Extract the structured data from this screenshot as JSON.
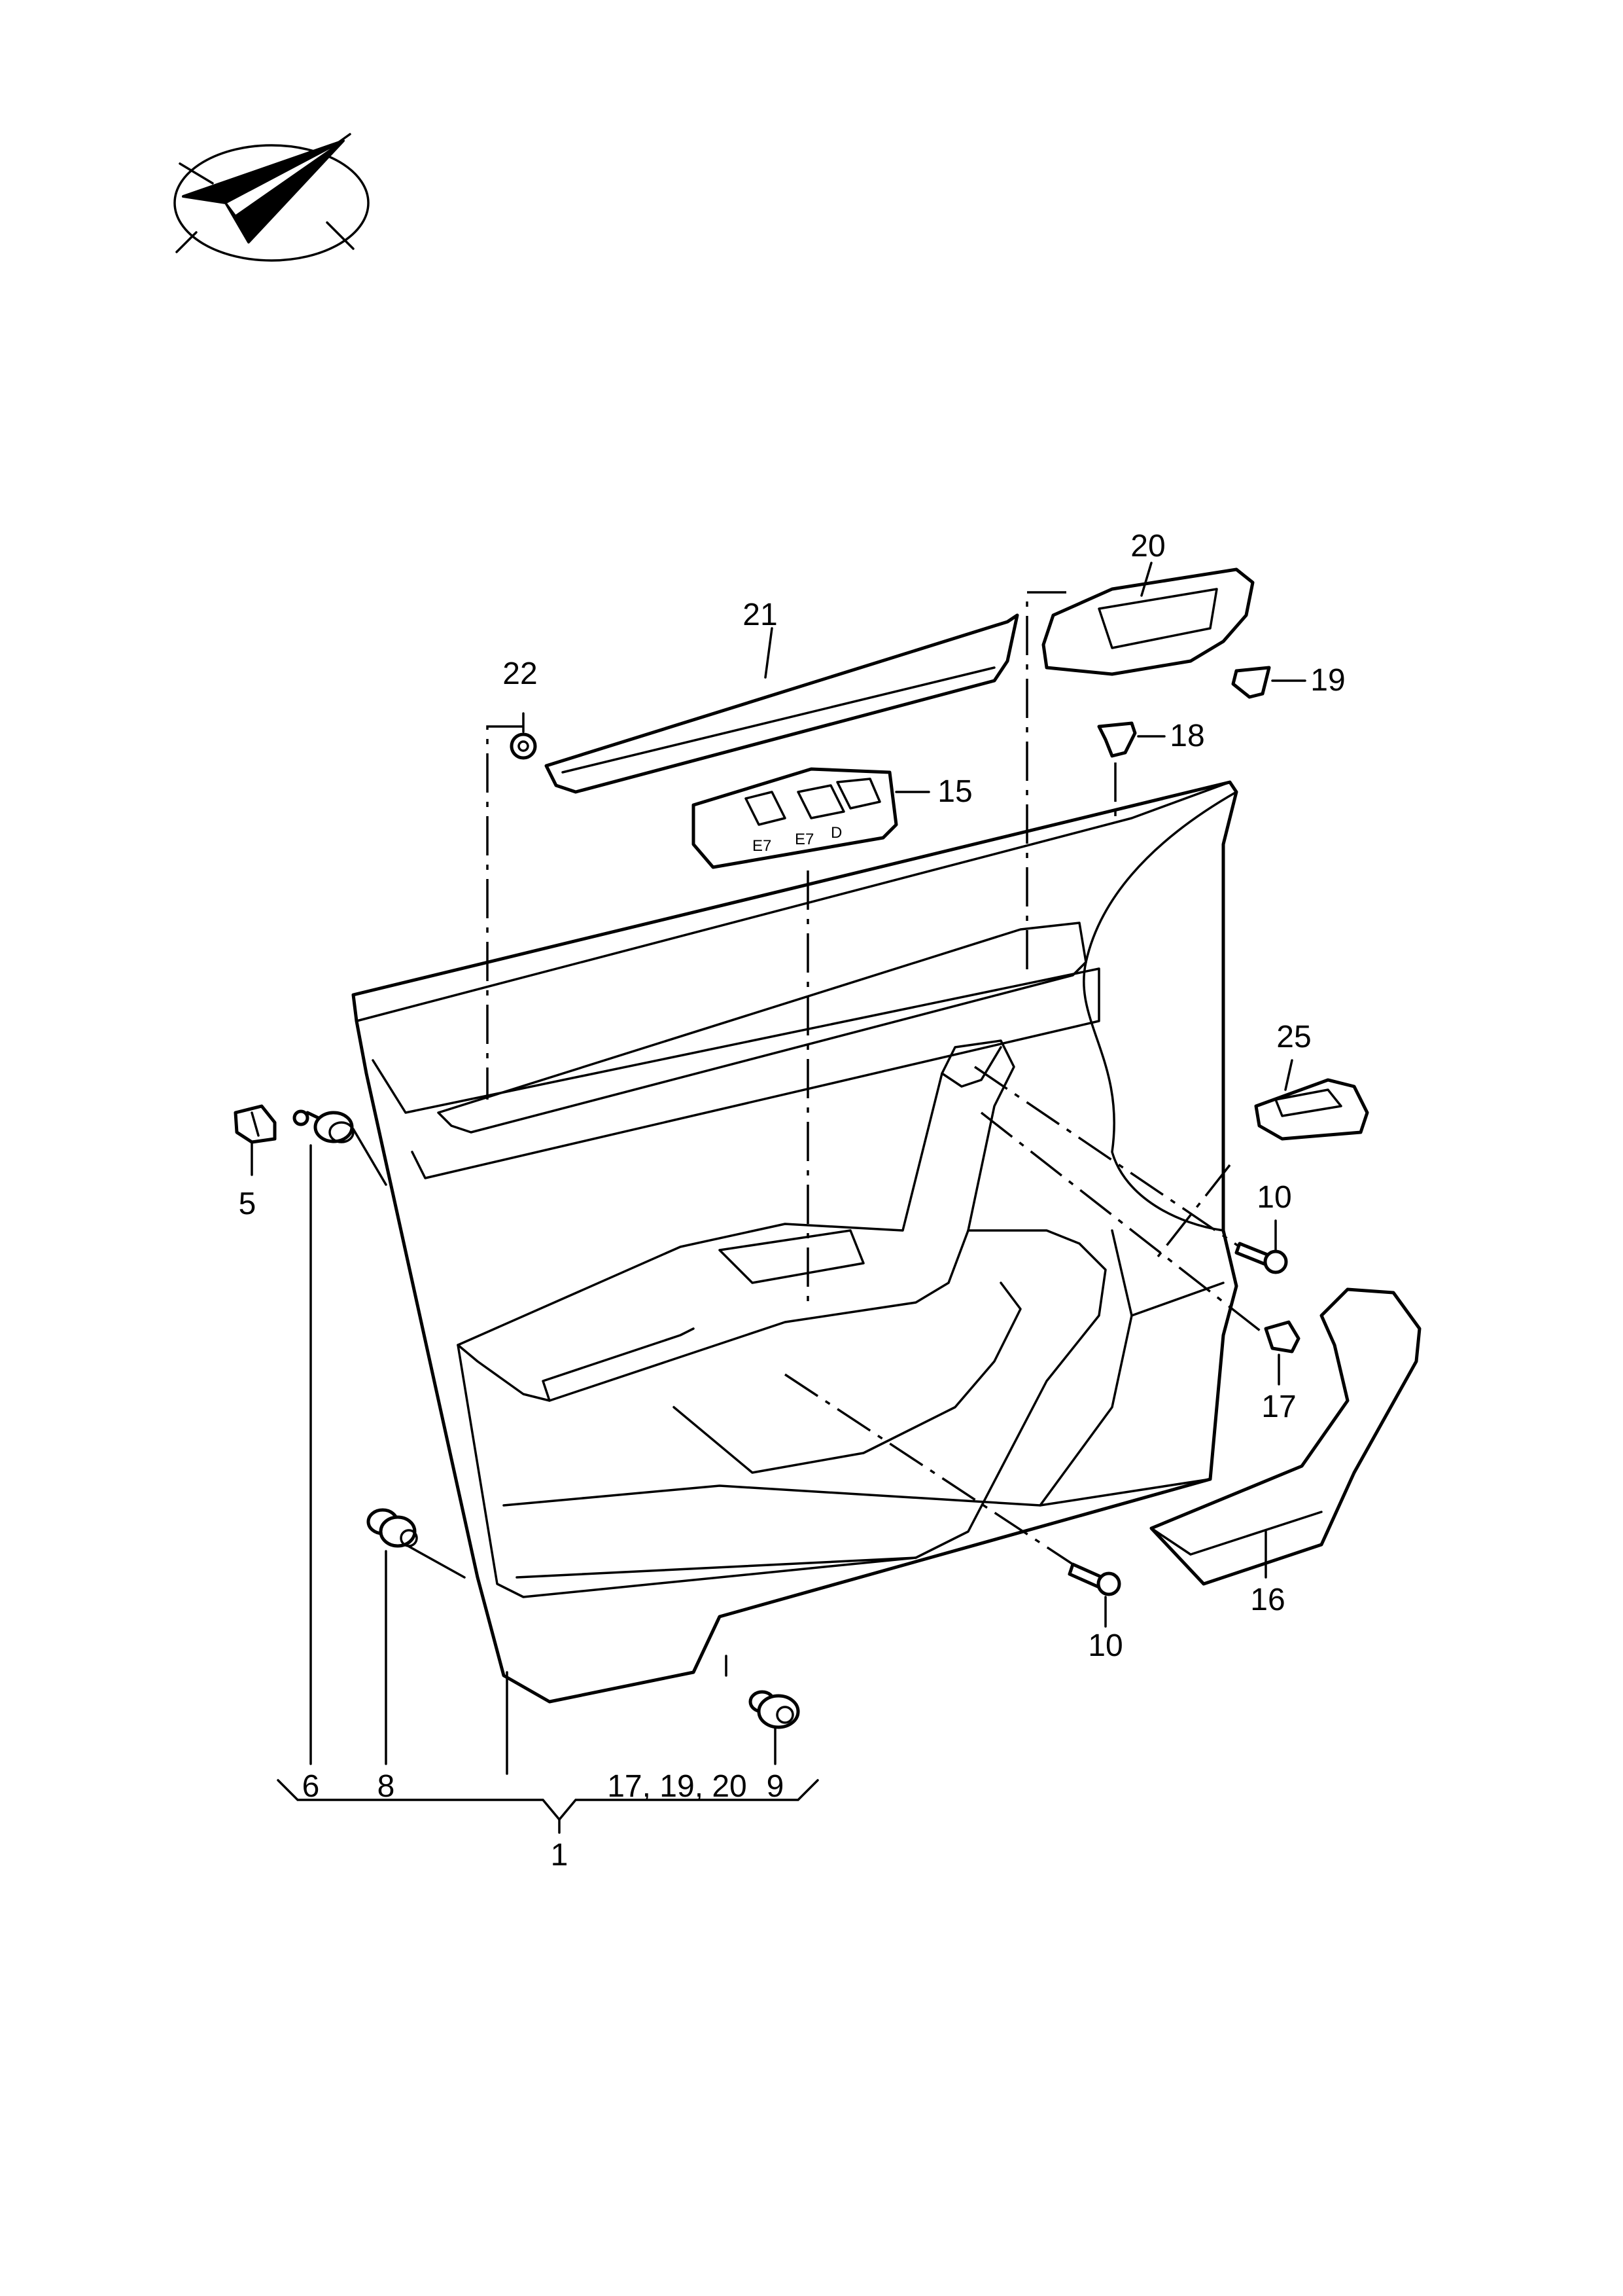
{
  "callouts": {
    "c1": "1",
    "c5": "5",
    "c6": "6",
    "c8": "8",
    "c9": "9",
    "c10a": "10",
    "c10b": "10",
    "c15": "15",
    "c16": "16",
    "c17": "17",
    "c18": "18",
    "c19": "19",
    "c20": "20",
    "c21": "21",
    "c22": "22",
    "c25": "25",
    "c_group": "17, 19, 20"
  },
  "switch_marks": {
    "m1": "E7",
    "m2": "E7",
    "m3": "D"
  },
  "colors": {
    "line": "#000000",
    "background": "#ffffff"
  },
  "icons": {
    "orientation": "direction-arrow-icon"
  }
}
